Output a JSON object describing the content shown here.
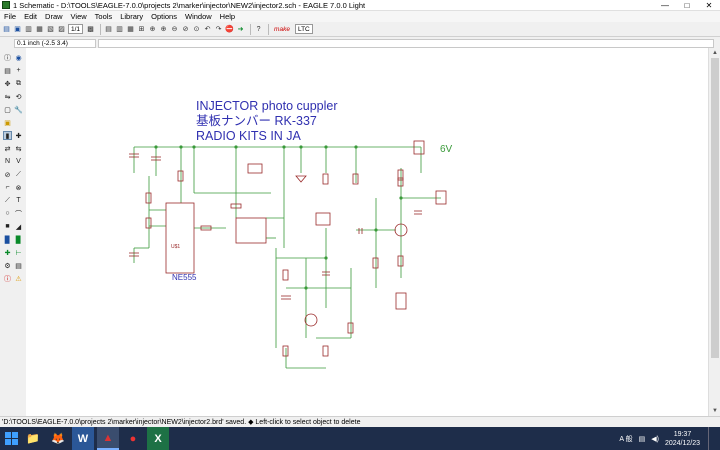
{
  "window": {
    "title": "1 Schematic - D:\\TOOLS\\EAGLE-7.0.0\\projects 2\\marker\\injector\\NEW2\\injector2.sch - EAGLE 7.0.0 Light",
    "minimize": "—",
    "maximize": "□",
    "close": "✕"
  },
  "menu": [
    "File",
    "Edit",
    "Draw",
    "View",
    "Tools",
    "Library",
    "Options",
    "Window",
    "Help"
  ],
  "toolbar": {
    "sheet_combo": "1/1",
    "logo1": "make",
    "logo2": "LTC"
  },
  "coord": {
    "readout": "0.1 inch (-2.5 3.4)"
  },
  "schematic": {
    "heading_line1": "INJECTOR  photo cuppler",
    "heading_line2": "基板ナンバー RK-337",
    "heading_line3": "RADIO KITS IN JA",
    "supply_label": "6V",
    "ic_label": "NE555",
    "ic_name": "U$1",
    "colors": {
      "wire": "#3a9a3a",
      "part": "#9a2a2a",
      "text": "#2a2a9a"
    }
  },
  "status": {
    "message": "'D:\\TOOLS\\EAGLE-7.0.0\\projects 2\\marker\\injector\\NEW2\\injector2.brd' saved.  ◆ Left-click to select object to delete"
  },
  "taskbar": {
    "ime": "A 般",
    "clock_time": "19:37",
    "clock_date": "2024/12/23",
    "apps": [
      "explorer",
      "firefox",
      "word",
      "eagle",
      "app",
      "excel"
    ],
    "app_icons": [
      "📁",
      "🦊",
      "W",
      "▲",
      "●",
      "X"
    ]
  }
}
